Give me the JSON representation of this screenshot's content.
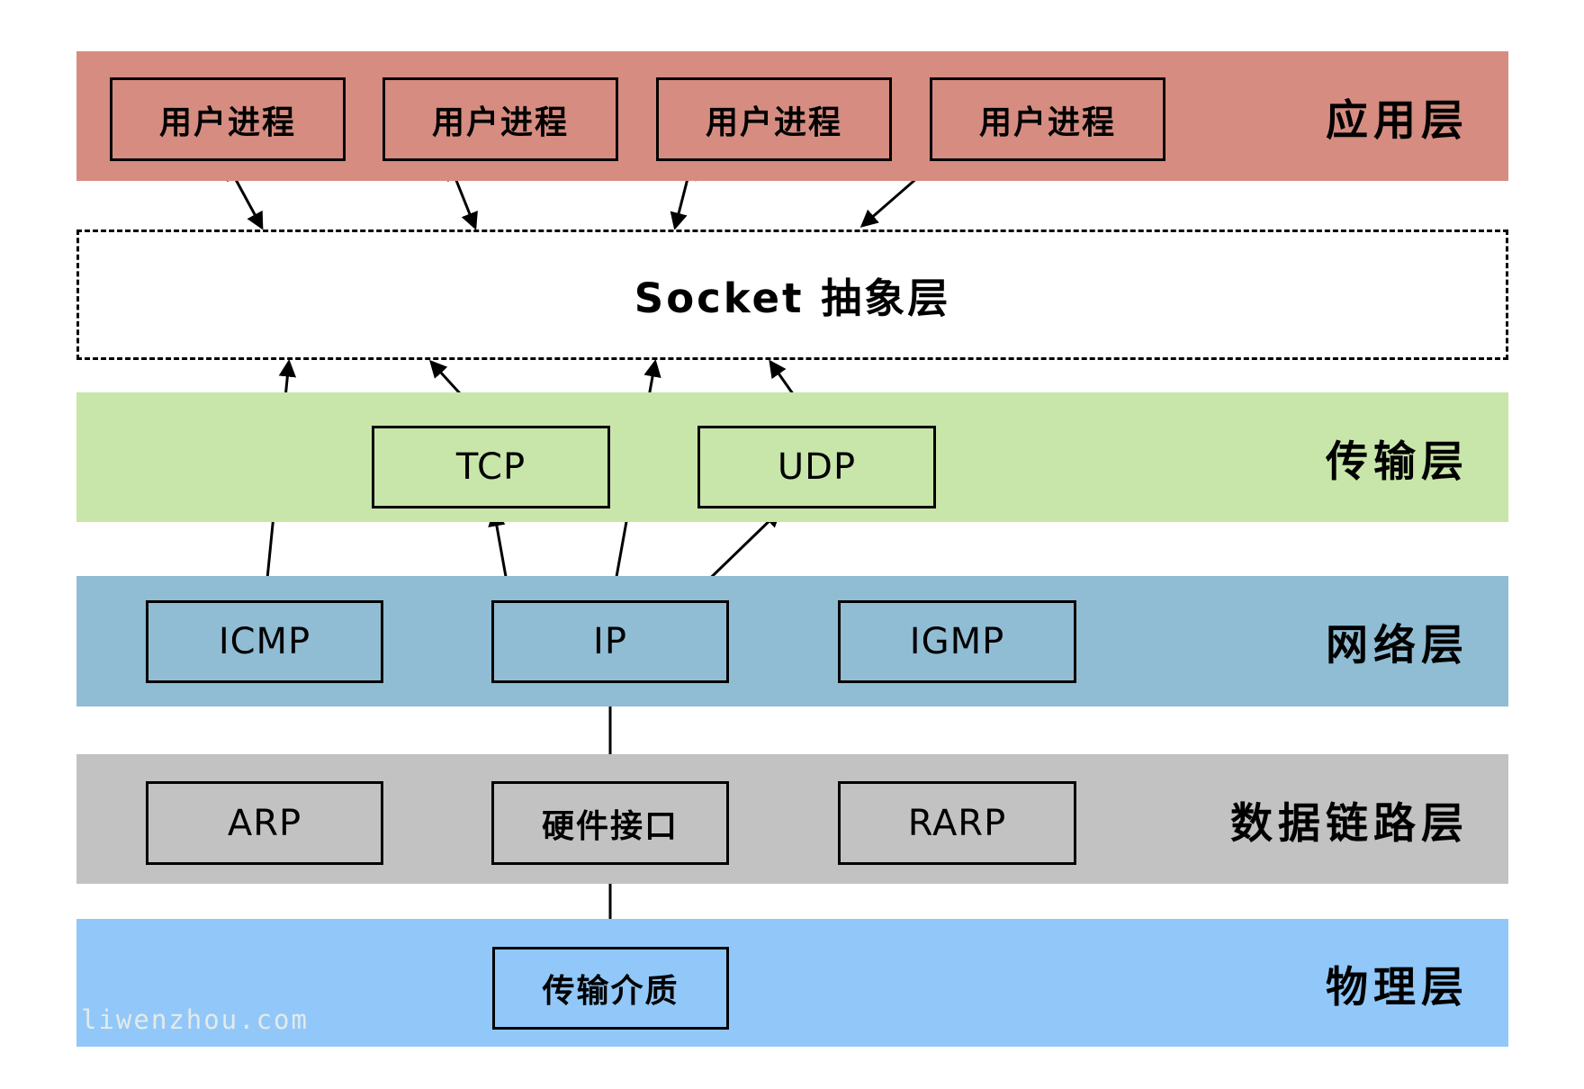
{
  "socket_layer": {
    "label": "Socket 抽象层"
  },
  "watermark": "liwenzhou.com",
  "layers": [
    {
      "id": "application",
      "label": "应用层",
      "color": "#d68c80",
      "boxes": [
        "用户进程",
        "用户进程",
        "用户进程",
        "用户进程"
      ]
    },
    {
      "id": "transport",
      "label": "传输层",
      "color": "#c8e6a9",
      "boxes": [
        "TCP",
        "UDP"
      ]
    },
    {
      "id": "network",
      "label": "网络层",
      "color": "#90bdd4",
      "boxes": [
        "ICMP",
        "IP",
        "IGMP"
      ]
    },
    {
      "id": "datalink",
      "label": "数据链路层",
      "color": "#c2c2c2",
      "boxes": [
        "ARP",
        "硬件接口",
        "RARP"
      ]
    },
    {
      "id": "physical",
      "label": "物理层",
      "color": "#91c8f9",
      "boxes": [
        "传输介质"
      ]
    }
  ]
}
